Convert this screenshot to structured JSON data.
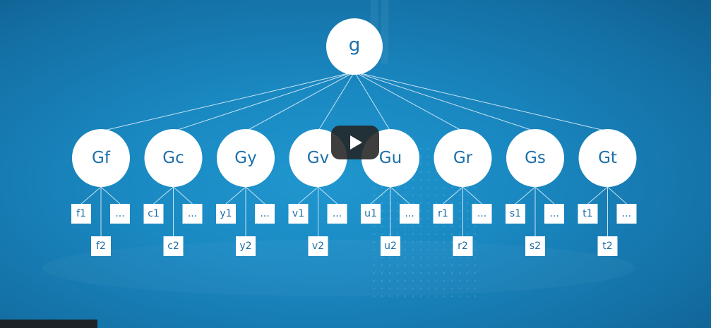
{
  "root": {
    "label": "g"
  },
  "factors": [
    {
      "label": "Gf",
      "items": [
        "f1",
        "f2",
        "..."
      ]
    },
    {
      "label": "Gc",
      "items": [
        "c1",
        "c2",
        "..."
      ]
    },
    {
      "label": "Gy",
      "items": [
        "y1",
        "y2",
        "..."
      ]
    },
    {
      "label": "Gv",
      "items": [
        "v1",
        "v2",
        "..."
      ]
    },
    {
      "label": "Gu",
      "items": [
        "u1",
        "u2",
        "..."
      ]
    },
    {
      "label": "Gr",
      "items": [
        "r1",
        "r2",
        "..."
      ]
    },
    {
      "label": "Gs",
      "items": [
        "s1",
        "s2",
        "..."
      ]
    },
    {
      "label": "Gt",
      "items": [
        "t1",
        "t2",
        "..."
      ]
    }
  ],
  "colors": {
    "background": "#1a89c2",
    "node_fill": "#ffffff",
    "node_text": "#1c6fa8",
    "line": "#e6f3fb"
  },
  "player": {
    "icon": "play-icon"
  }
}
